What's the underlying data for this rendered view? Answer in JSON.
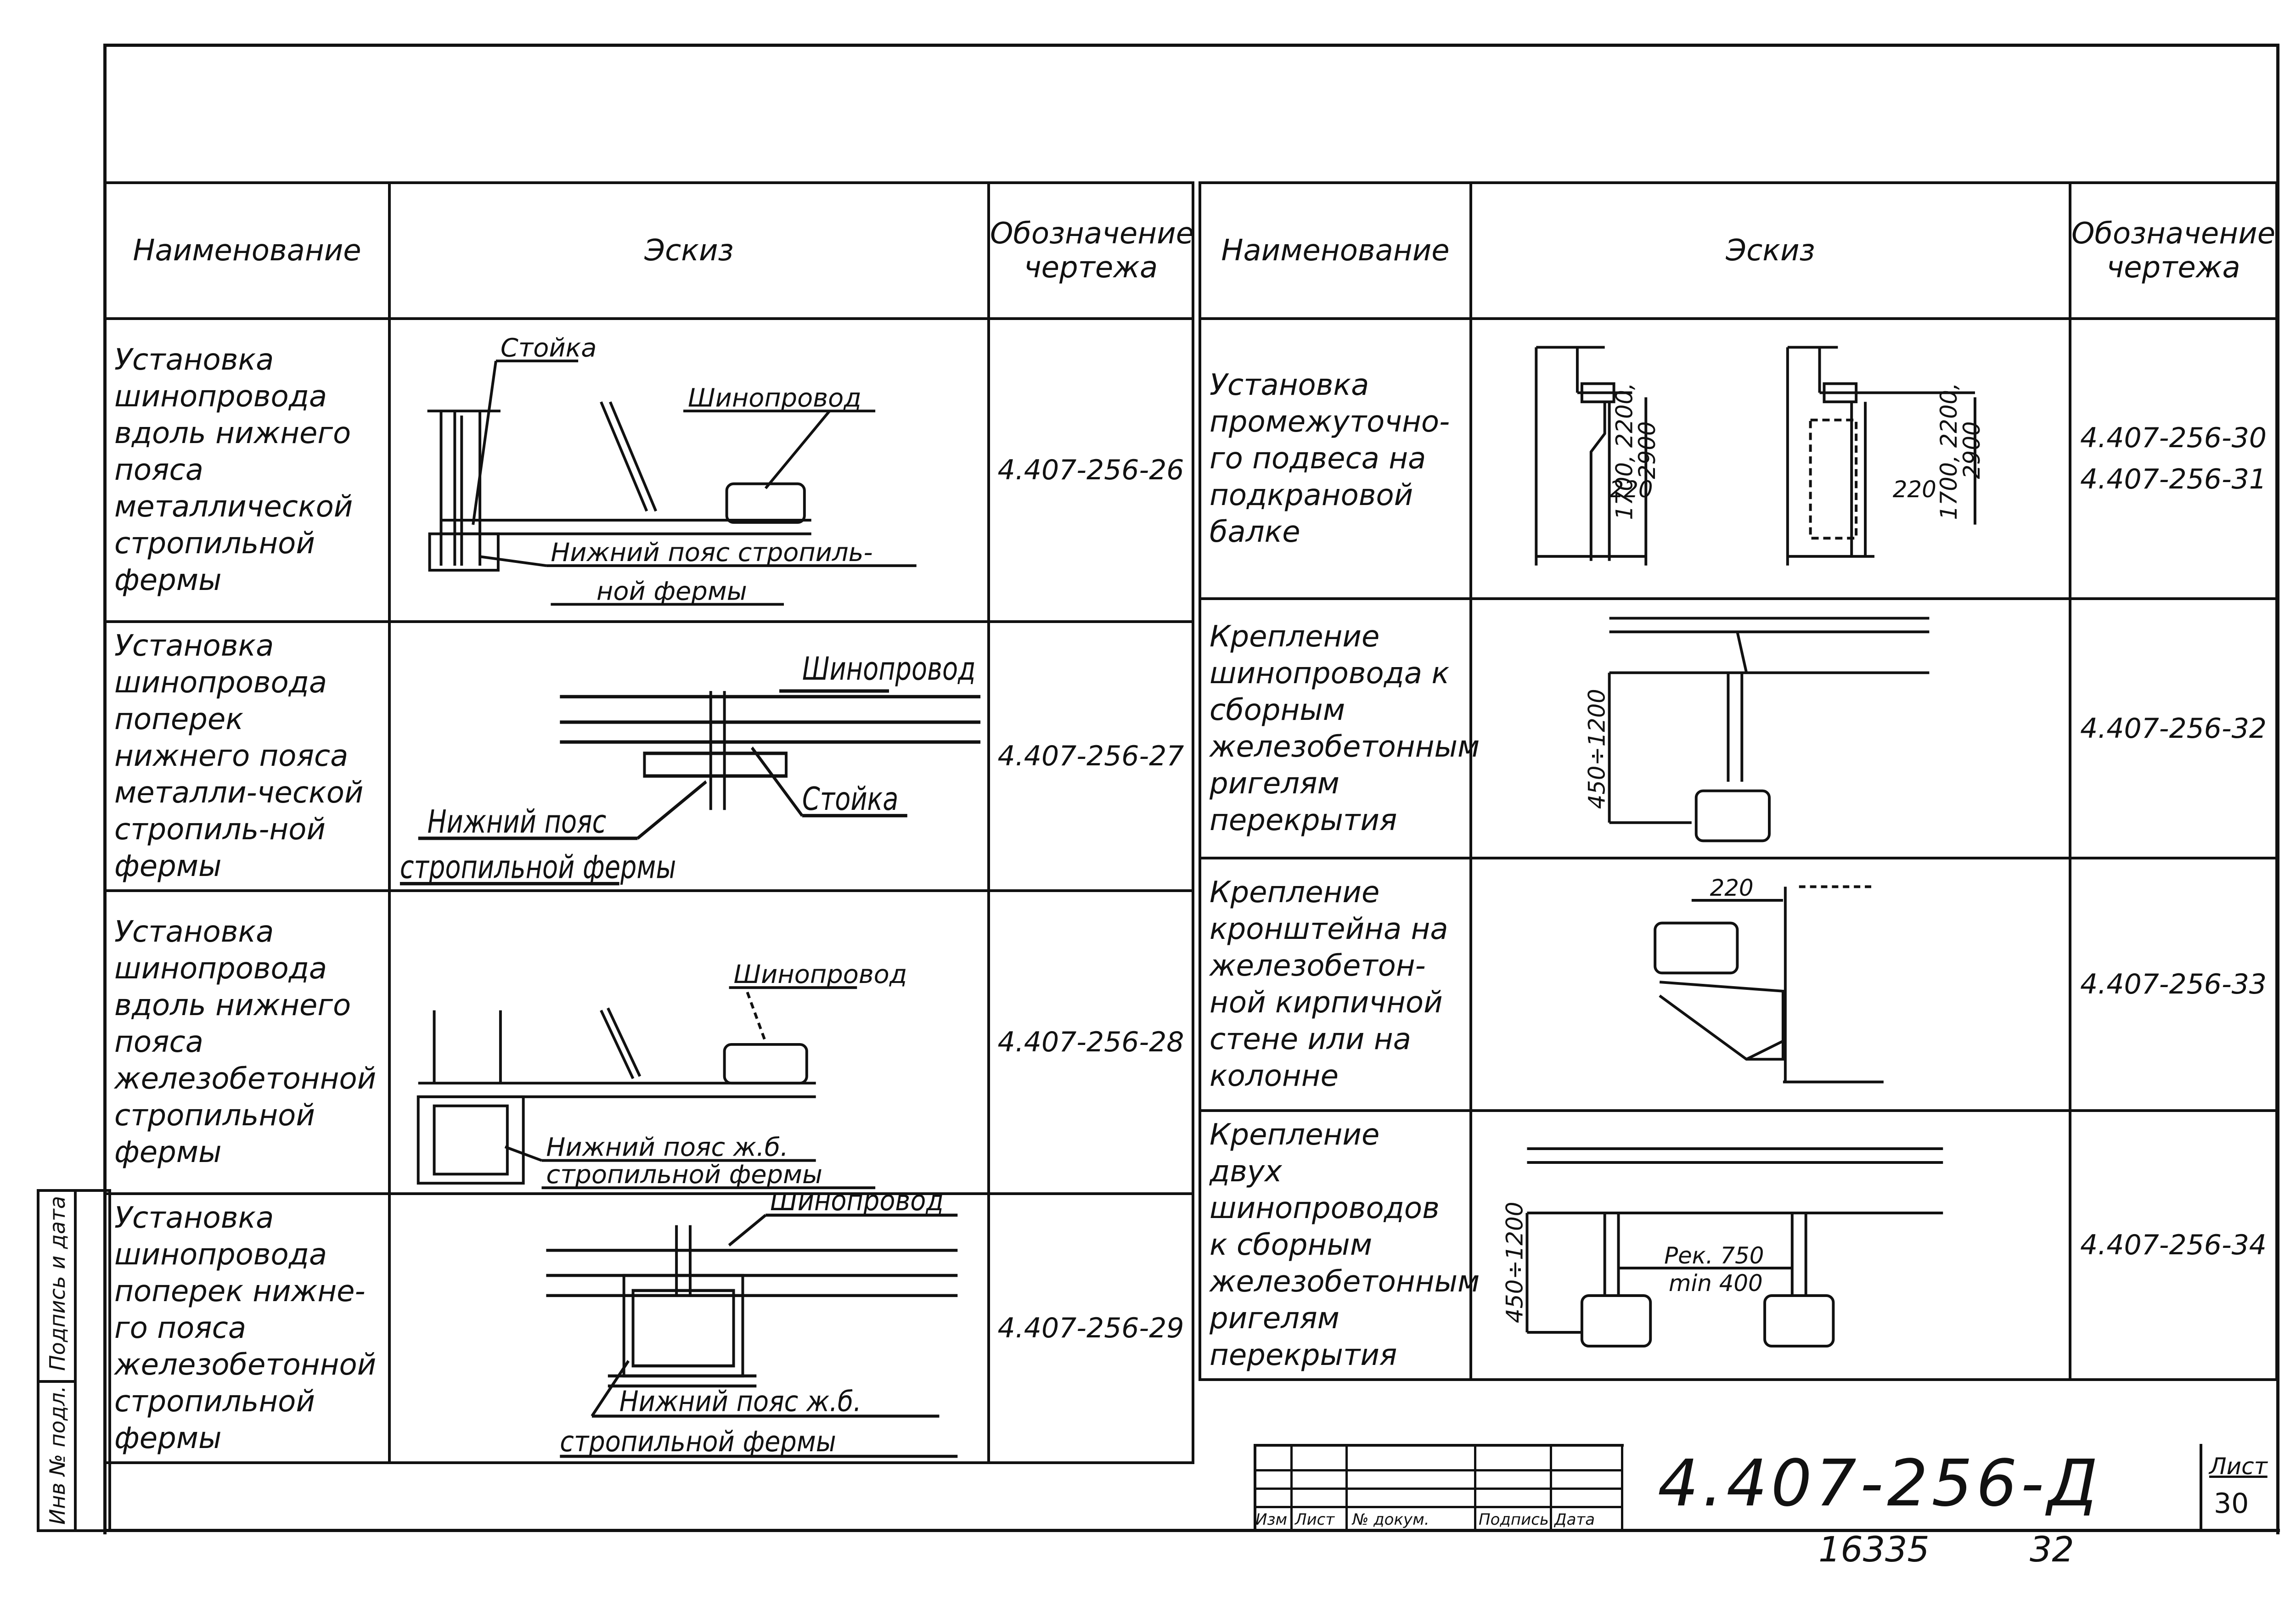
{
  "left_table": {
    "headers": [
      "Наименование",
      "Эскиз",
      "Обозначение чертежа"
    ],
    "rows": [
      {
        "name": "Установка шинопровода вдоль нижнего пояса металлической стропильной фермы",
        "code": "4.407-256-26",
        "labels": [
          "Стойка",
          "Шинопровод",
          "Нижний пояс стропиль-",
          "ной фермы"
        ]
      },
      {
        "name": "Установка шинопровода поперек нижнего пояса металли-ческой стропиль-ной фермы",
        "code": "4.407-256-27",
        "labels": [
          "Шинопровод",
          "Нижний пояс",
          "стропильной фермы",
          "Стойка"
        ]
      },
      {
        "name": "Установка шинопровода вдоль нижнего пояса железобетонной стропильной фермы",
        "code": "4.407-256-28",
        "labels": [
          "Шинопровод",
          "Нижний пояс ж.б.",
          "стропильной фермы"
        ]
      },
      {
        "name": "Установка шинопровода поперек нижне-го пояса железобетонной стропильной фермы",
        "code": "4.407-256-29",
        "labels": [
          "Шинопровод",
          "Нижний пояс ж.б.",
          "стропильной фермы"
        ]
      }
    ]
  },
  "right_table": {
    "headers": [
      "Наименование",
      "Эскиз",
      "Обозначение чертежа"
    ],
    "rows": [
      {
        "name": "Установка промежуточно-го подвеса на подкрановой балке",
        "code": "4.407-256-30\n4.407-256-31",
        "labels": [
          "220",
          "1700, 2200,",
          "2900",
          "220",
          "1700, 2200,",
          "2900"
        ]
      },
      {
        "name": "Крепление шинопровода к сборным железобетонным ригелям перекрытия",
        "code": "4.407-256-32",
        "labels": [
          "450÷1200"
        ]
      },
      {
        "name": "Крепление кронштейна на железобетон-ной кирпичной стене или на колонне",
        "code": "4.407-256-33",
        "labels": [
          "220"
        ]
      },
      {
        "name": "Крепление двух шинопроводов к сборным железобетонным ригелям перекрытия",
        "code": "4.407-256-34",
        "labels": [
          "450÷1200",
          "Рек. 750",
          "min 400"
        ]
      }
    ]
  },
  "side_stamp": {
    "signature_date": "Подпись и дата",
    "inv_no": "Инв № подл."
  },
  "title_block": {
    "headers": [
      "Изм",
      "Лист",
      "№ докум.",
      "Подпись",
      "Дата"
    ],
    "designation": "4.407-256-Д",
    "sheet_label": "Лист",
    "sheet_number": "30"
  },
  "footer": {
    "inventory": "16335",
    "page": "32"
  }
}
